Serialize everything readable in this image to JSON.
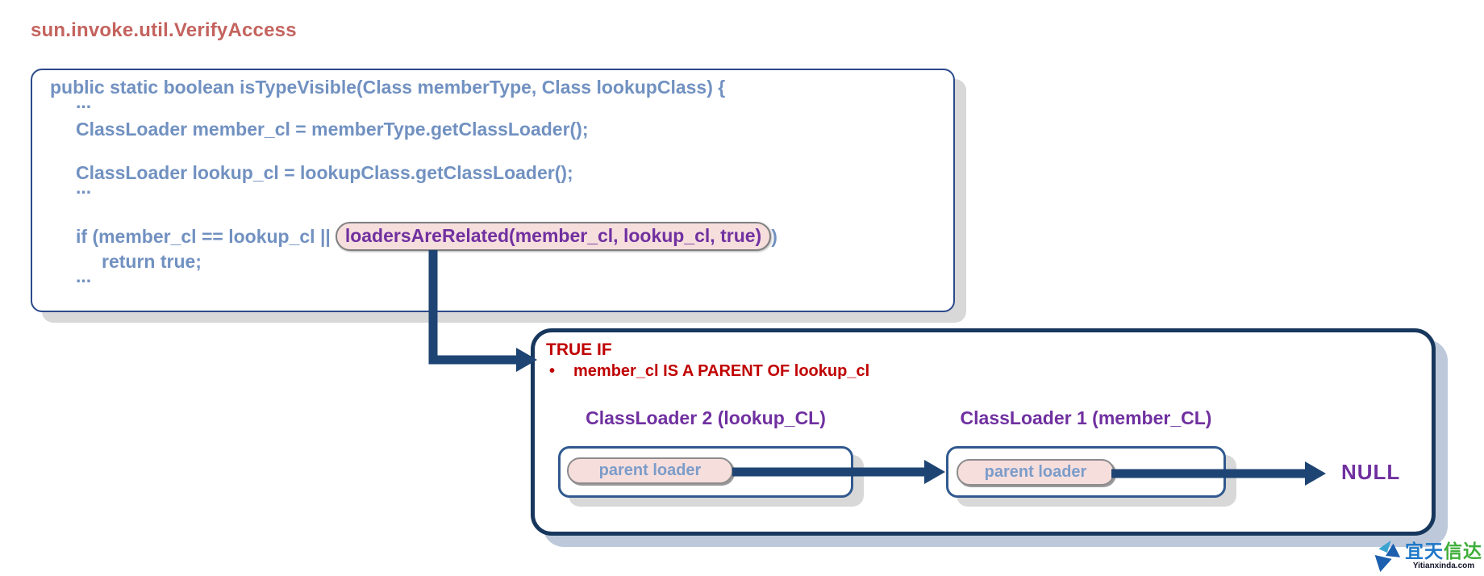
{
  "title": "sun.invoke.util.VerifyAccess",
  "code": {
    "line1": "public static boolean isTypeVisible(Class memberType, Class lookupClass) {",
    "ellipsis": "...",
    "member_line": "ClassLoader member_cl = memberType.getClassLoader();",
    "lookup_line": "ClassLoader lookup_cl = lookupClass.getClassLoader();",
    "if_before": "if (member_cl == lookup_cl ||",
    "if_highlight": "loadersAreRelated(member_cl, lookup_cl, true)",
    "if_after": ")",
    "return_line": "return true;"
  },
  "result_box": {
    "heading": "TRUE IF",
    "bullet": "•",
    "condition": "member_cl IS A PARENT OF lookup_cl",
    "loader2_title": "ClassLoader 2 (lookup_CL)",
    "loader1_title": "ClassLoader 1 (member_CL)",
    "parent_loader_label": "parent loader",
    "null_label": "NULL"
  },
  "watermark": {
    "cn_blue": "宜天",
    "cn_green": "信达",
    "domain": "Yitianxinda.com"
  },
  "colors": {
    "title_red": "#c4635e",
    "code_blue": "#7191c1",
    "arrow_navy": "#1d4473",
    "result_red": "#c00000",
    "purple": "#7030a0",
    "pill_pink": "#f6dedd",
    "pill_text_blue": "#7b9cc9",
    "shadow_gray": "#d8d8d8",
    "shadow_blue_gray": "#bdc9db",
    "logo_blue": "#1e78c8",
    "logo_green": "#3fae3a"
  }
}
